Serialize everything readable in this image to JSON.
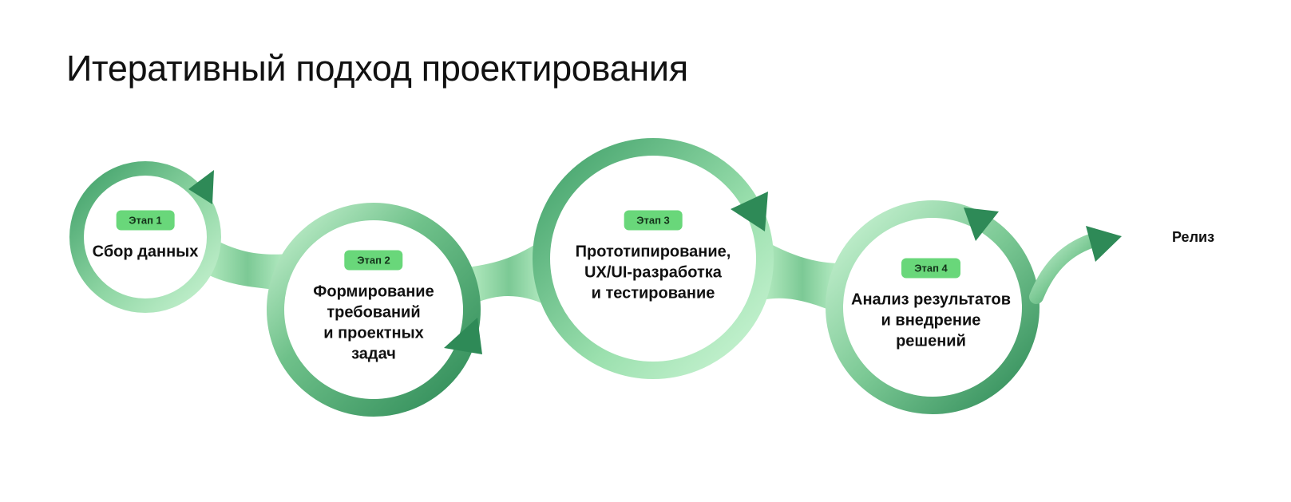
{
  "title": "Итеративный подход проектирования",
  "stages": [
    {
      "badge": "Этап 1",
      "label": "Сбор данных"
    },
    {
      "badge": "Этап 2",
      "label": "Формирование\nтребований\nи проектных\nзадач"
    },
    {
      "badge": "Этап 3",
      "label": "Прототипирование,\nUX/UI-разработка\nи тестирование"
    },
    {
      "badge": "Этап 4",
      "label": "Анализ результатов\nи внедрение\nрешений"
    }
  ],
  "release_label": "Релиз",
  "colors": {
    "dark_green": "#2e8a57",
    "mid_green": "#6bbf86",
    "light_green": "#c4f2cf",
    "badge_green": "#69d77a"
  }
}
